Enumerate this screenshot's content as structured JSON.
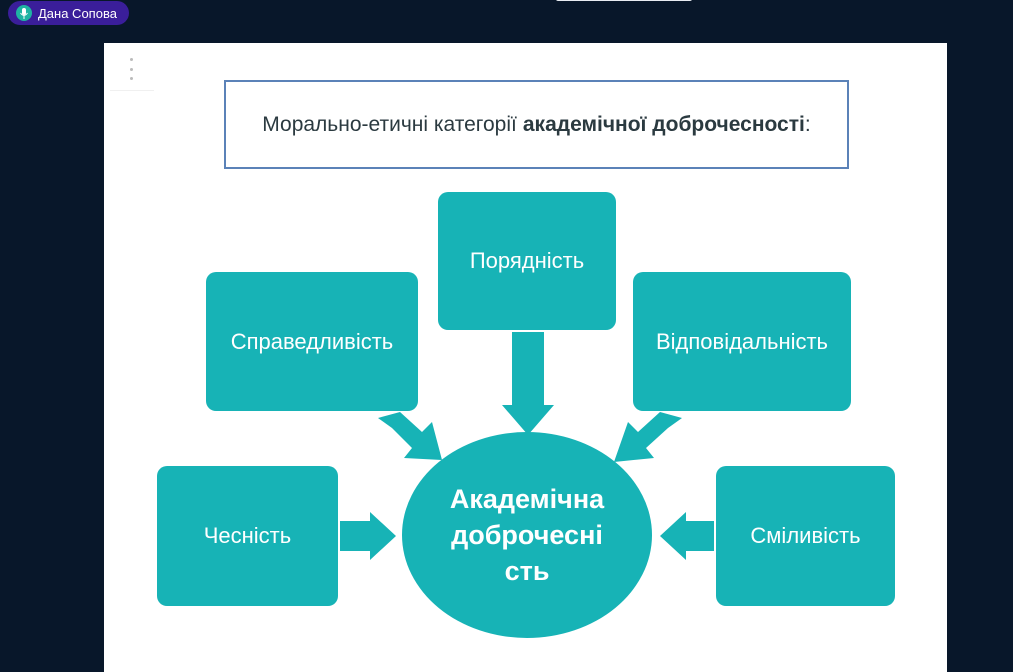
{
  "participant": {
    "name": "Дана Сопова",
    "icon": "microphone-icon"
  },
  "slide": {
    "title_regular": "Морально-етичні категорії",
    "title_bold": "академічної доброчесності",
    "title_suffix": ":",
    "center": {
      "line1": "Академічна",
      "line2": "доброчесні",
      "line3": "сть"
    },
    "categories": [
      "Порядність",
      "Справедливість",
      "Відповідальність",
      "Чесність",
      "Сміливість"
    ]
  },
  "colors": {
    "teal": "#17b3b6",
    "background": "#08172a",
    "badge": "#3a1e9a",
    "title_border": "#5b82b8"
  }
}
